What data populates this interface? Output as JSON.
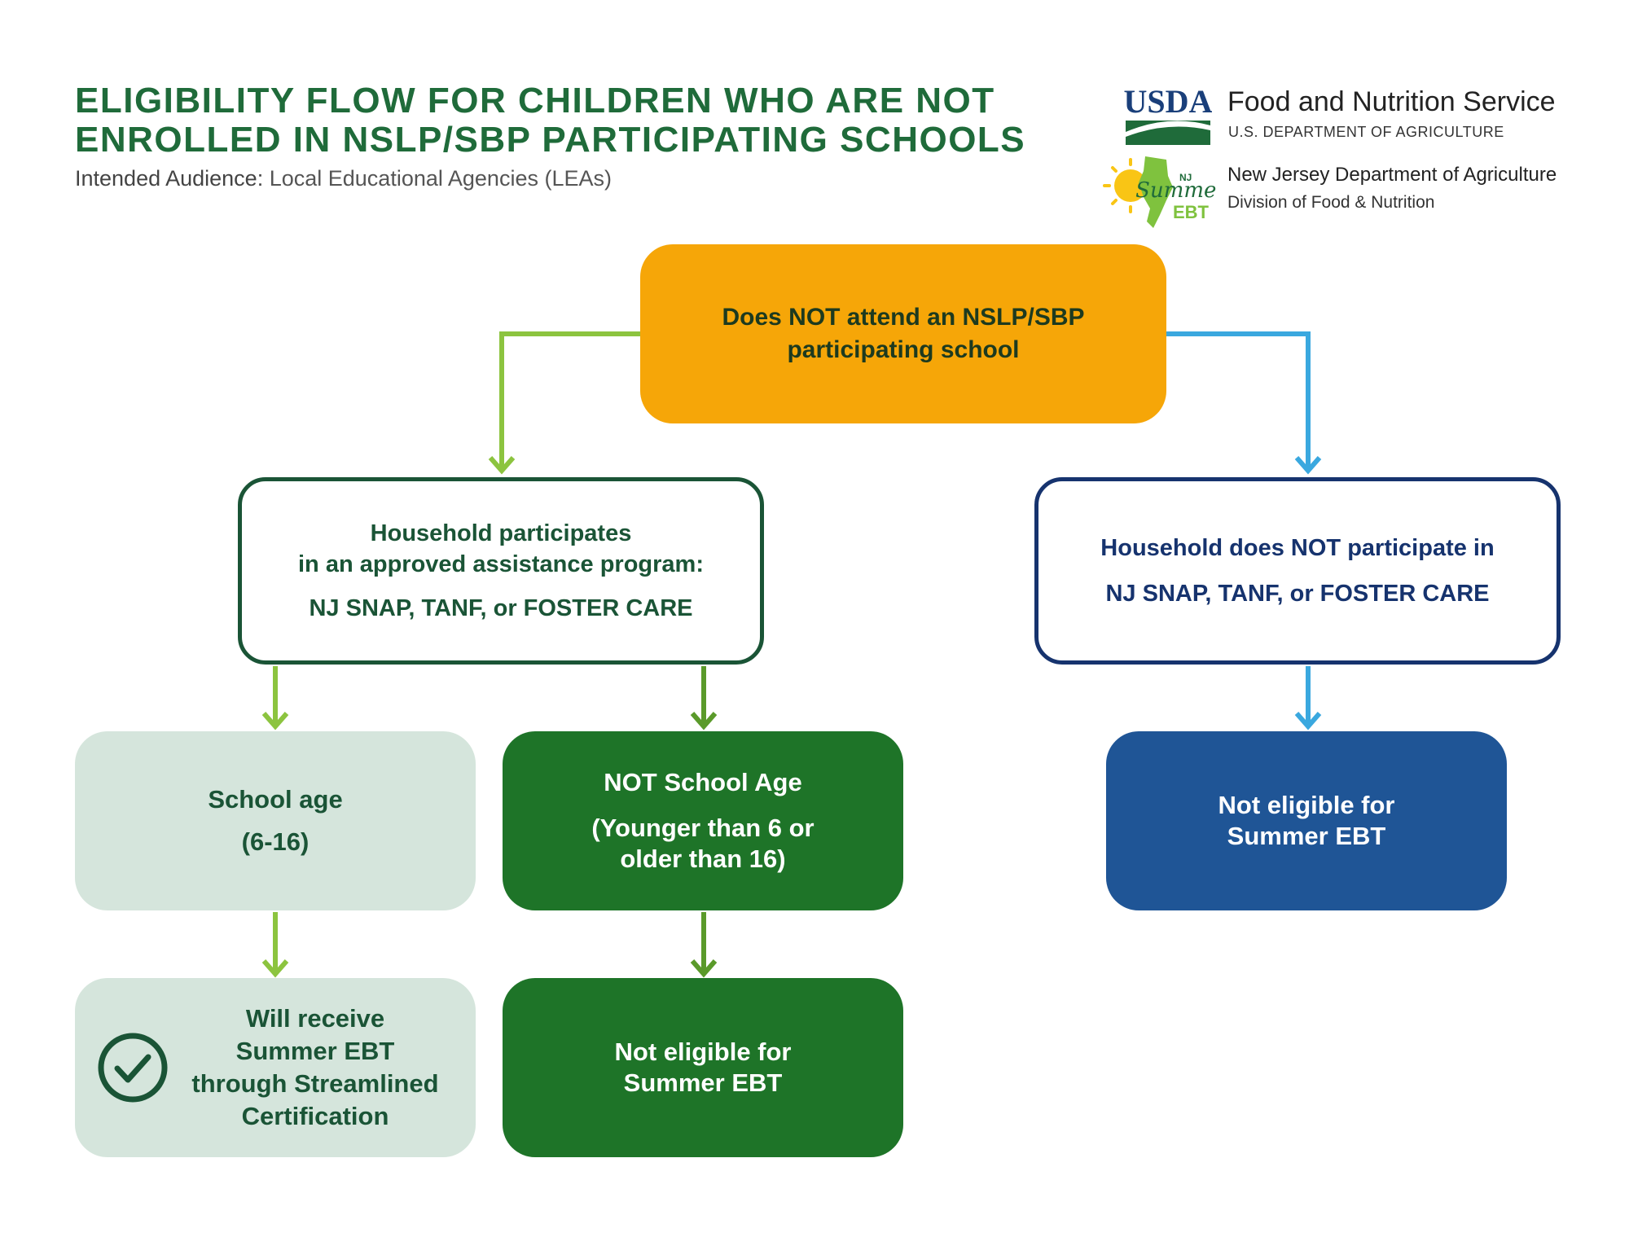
{
  "header": {
    "title_line1": "ELIGIBILITY FLOW FOR CHILDREN WHO ARE NOT",
    "title_line2": "ENROLLED IN NSLP/SBP PARTICIPATING SCHOOLS",
    "audience_label": "Intended Audience:",
    "audience_value": "Local Educational Agencies (LEAs)"
  },
  "logos": {
    "usda_text": "USDA",
    "fns_name": "Food and Nutrition Service",
    "fns_dept": "U.S. DEPARTMENT OF AGRICULTURE",
    "ebt_nj": "NJ",
    "ebt_summer": "Summer",
    "ebt_ebt": "EBT",
    "nj_name": "New Jersey Department of Agriculture",
    "nj_division": "Division of Food & Nutrition"
  },
  "flow": {
    "root": {
      "line1": "Does NOT attend an NSLP/SBP",
      "line2": "participating school"
    },
    "participates": {
      "line1": "Household participates",
      "line2": "in an approved assistance program:",
      "line3": "NJ SNAP, TANF, or FOSTER CARE"
    },
    "not_participate": {
      "line1": "Household does NOT participate in",
      "line2": "NJ SNAP, TANF, or FOSTER CARE"
    },
    "school_age": {
      "line1": "School age",
      "line2": "(6-16)"
    },
    "not_school_age": {
      "line1": "NOT School Age",
      "line2": "(Younger than 6 or",
      "line3": "older than 16)"
    },
    "receive": {
      "line1": "Will receive",
      "line2": "Summer EBT",
      "line3": "through Streamlined",
      "line4": "Certification"
    },
    "not_eligible_mid": {
      "line1": "Not eligible for",
      "line2": "Summer EBT"
    },
    "not_eligible_right": {
      "line1": "Not eligible for",
      "line2": "Summer EBT"
    }
  },
  "colors": {
    "title_green": "#1f6b3a",
    "root_orange": "#f6a608",
    "dark_green": "#1a5436",
    "navy": "#16336e",
    "light_green_fill": "#d5e5dc",
    "medium_green_fill": "#1e7428",
    "blue_fill": "#1f5596",
    "arrow_light_green": "#8cc43f",
    "arrow_dark_green": "#5a9a2a",
    "arrow_blue": "#3aa8df"
  }
}
